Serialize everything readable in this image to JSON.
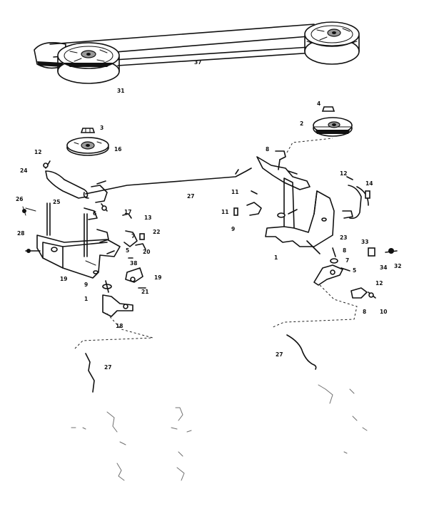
{
  "callouts": [
    "31",
    "37",
    "3",
    "2",
    "16",
    "12",
    "24",
    "25",
    "26",
    "6",
    "27",
    "13",
    "22",
    "7",
    "20",
    "17",
    "28",
    "19",
    "19",
    "9",
    "1",
    "21",
    "18",
    "38",
    "5",
    "5",
    "12",
    "14",
    "11",
    "11",
    "8",
    "9",
    "4",
    "1",
    "23",
    "8",
    "12",
    "33",
    "34",
    "32",
    "7",
    "10",
    "8",
    "27",
    "27"
  ],
  "colors": {
    "ink": "#111111",
    "paper": "#ffffff",
    "shade": "#9a9a9a"
  }
}
